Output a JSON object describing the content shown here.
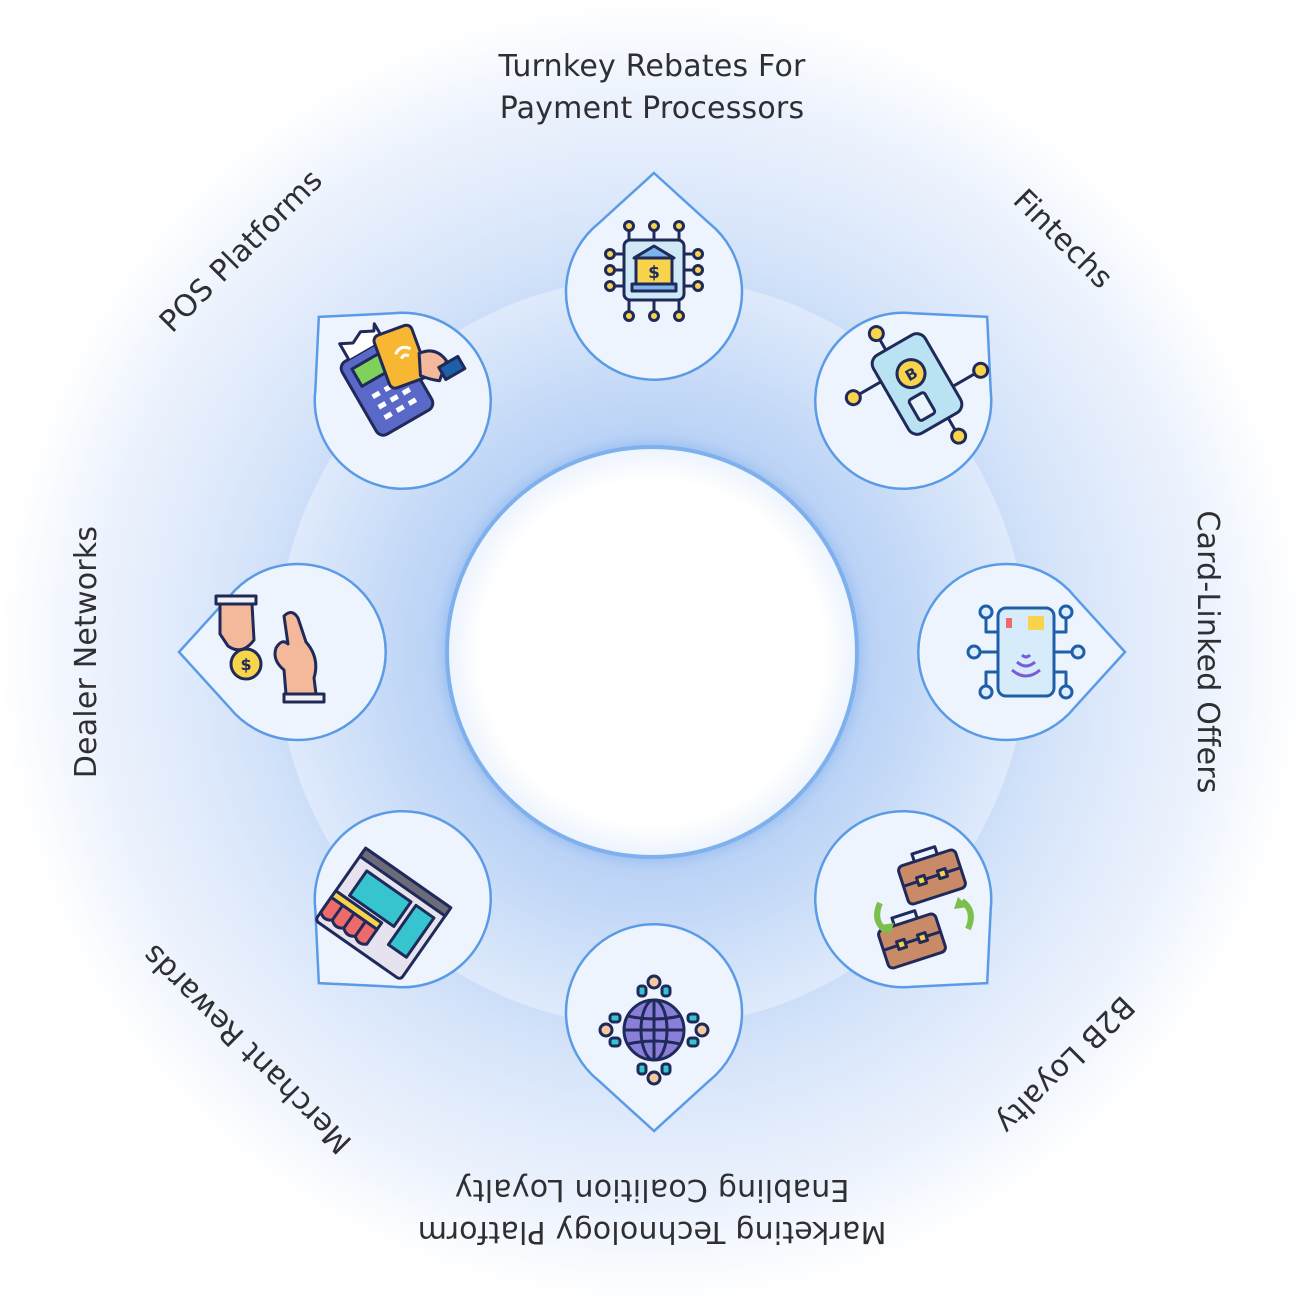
{
  "labels": {
    "top_line1": "Turnkey Rebates For",
    "top_line2": "Payment Processors",
    "fintechs": "Fintechs",
    "card_linked": "Card-Linked Offers",
    "b2b": "B2B Loyalty",
    "bottom_line1": "Marketing Technology Platform",
    "bottom_line2": "Enabling Coalition Loyalty",
    "merchant": "Merchant Rewards",
    "dealer": "Dealer Networks",
    "pos": "POS Platforms"
  },
  "icons": [
    "bank-chip-icon",
    "crypto-phone-icon",
    "contactless-card-chip-icon",
    "briefcase-exchange-icon",
    "global-network-icon",
    "storefront-icon",
    "hand-coin-exchange-icon",
    "pos-terminal-icon"
  ],
  "colors": {
    "accent_blue": "#5b9be6",
    "halo_blue": "#cfe0fb",
    "icon_navy": "#1f2a5a",
    "icon_yellow": "#f7d44c",
    "icon_teal": "#36c4cf",
    "icon_brown": "#c98a67"
  }
}
